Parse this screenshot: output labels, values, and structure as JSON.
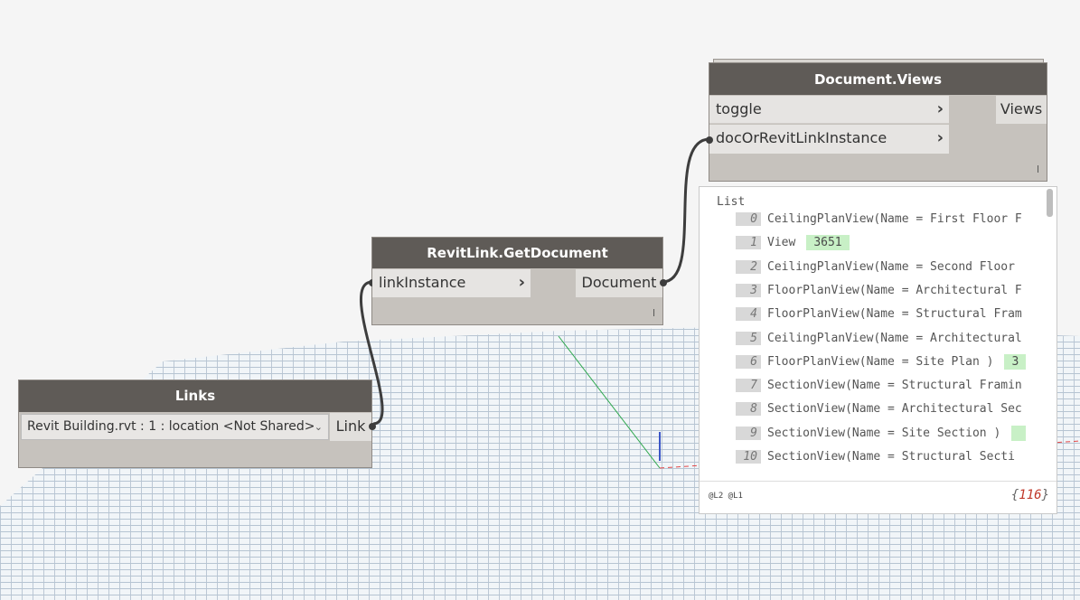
{
  "nodes": {
    "links": {
      "title": "Links",
      "dropdown_value": "Revit Building.rvt : 1 : location <Not Shared>",
      "output": "Link"
    },
    "get_document": {
      "title": "RevitLink.GetDocument",
      "input": "linkInstance",
      "output": "Document",
      "lacing": "l"
    },
    "views": {
      "title": "Document.Views",
      "inputs": [
        "toggle",
        "docOrRevitLinkInstance"
      ],
      "output": "Views",
      "lacing": "l"
    }
  },
  "watch": {
    "header": "List",
    "items": [
      {
        "index": "0",
        "text": "CeilingPlanView(Name = First Floor F",
        "value": ""
      },
      {
        "index": "1",
        "text": "View",
        "value": "3651"
      },
      {
        "index": "2",
        "text": "CeilingPlanView(Name = Second Floor",
        "value": ""
      },
      {
        "index": "3",
        "text": "FloorPlanView(Name = Architectural F",
        "value": ""
      },
      {
        "index": "4",
        "text": "FloorPlanView(Name = Structural Fram",
        "value": ""
      },
      {
        "index": "5",
        "text": "CeilingPlanView(Name = Architectural",
        "value": ""
      },
      {
        "index": "6",
        "text": "FloorPlanView(Name = Site Plan )",
        "value": "3"
      },
      {
        "index": "7",
        "text": "SectionView(Name = Structural Framin",
        "value": ""
      },
      {
        "index": "8",
        "text": "SectionView(Name = Architectural Sec",
        "value": ""
      },
      {
        "index": "9",
        "text": "SectionView(Name = Site Section )",
        "value": " "
      },
      {
        "index": "10",
        "text": "SectionView(Name = Structural Secti",
        "value": ""
      }
    ],
    "levels": "@L2 @L1",
    "count_open": "{",
    "count": "116",
    "count_close": "}"
  },
  "colors": {
    "node_header": "#5f5b57",
    "node_body": "#c6c2bd",
    "wire": "#3d3d3d",
    "preview_value": "#c8f0c6"
  }
}
